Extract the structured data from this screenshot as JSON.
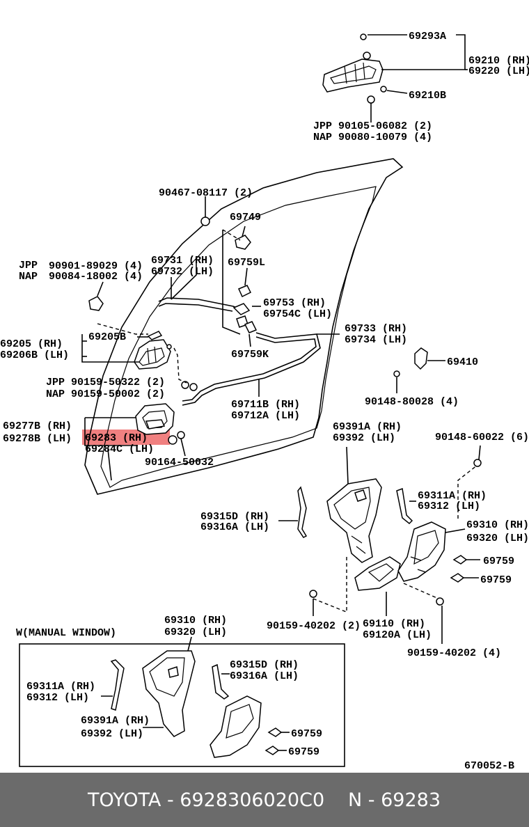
{
  "labels": {
    "p69293A": "69293A",
    "p69210": "69210 (RH)",
    "p69220": "69220 (LH)",
    "p69210B": "69210B",
    "jpp1": "JPP 90105-06082 (2)",
    "nap1": "NAP 90080-10079 (4)",
    "p90467": "90467-08117 (2)",
    "p69749": "69749",
    "p69731": "69731 (RH)",
    "p69732": "69732 (LH)",
    "p69759L": "69759L",
    "jpp2": "JPP",
    "jpp2num": "90901-89029 (4)",
    "nap2": "NAP",
    "nap2num": "90084-18002 (4)",
    "p69753": "69753  (RH)",
    "p69754C": "69754C (LH)",
    "p69205": "69205  (RH)",
    "p69206B": "69206B (LH)",
    "p69205B": "69205B",
    "p69733": "69733 (RH)",
    "p69734": "69734 (LH)",
    "p69759K": "69759K",
    "p69410": "69410",
    "jpp3": "JPP 90159-50322 (2)",
    "nap3": "NAP 90159-50002 (2)",
    "p69711B": "69711B (RH)",
    "p69712A": "69712A (LH)",
    "p90148a": "90148-80028 (4)",
    "p69277B": "69277B (RH)",
    "p69278B": "69278B (LH)",
    "p69283": "69283  (RH)",
    "p69284C": "69284C (LH)",
    "p90164": "90164-50032",
    "p69391A": "69391A (RH)",
    "p69392": "69392  (LH)",
    "p90148b": "90148-60022 (6)",
    "p69311A": "69311A (RH)",
    "p69312": "69312  (LH)",
    "p69315D": "69315D (RH)",
    "p69316A": "69316A (LH)",
    "p69310": "69310 (RH)",
    "p69320": "69320 (LH)",
    "p69759a": "69759",
    "p69759b": "69759",
    "p90159a": "90159-40202 (2)",
    "p69110": "69110  (RH)",
    "p69120A": "69120A (LH)",
    "p90159b": "90159-40202 (4)",
    "wTitle": "W(MANUAL WINDOW)",
    "w69310": "69310 (RH)",
    "w69320": "69320 (LH)",
    "w69315D": "69315D (RH)",
    "w69316A": "69316A (LH)",
    "w69311A": "69311A (RH)",
    "w69312": "69312  (LH)",
    "w69391A": "69391A (RH)",
    "w69392": "69392  (LH)",
    "w69759a": "69759",
    "w69759b": "69759",
    "figCode": "670052-B"
  },
  "highlight_color": "#f08080",
  "footer": {
    "part_number": "TOYOTA - 6928306020C0",
    "short_number": "N - 69283"
  }
}
